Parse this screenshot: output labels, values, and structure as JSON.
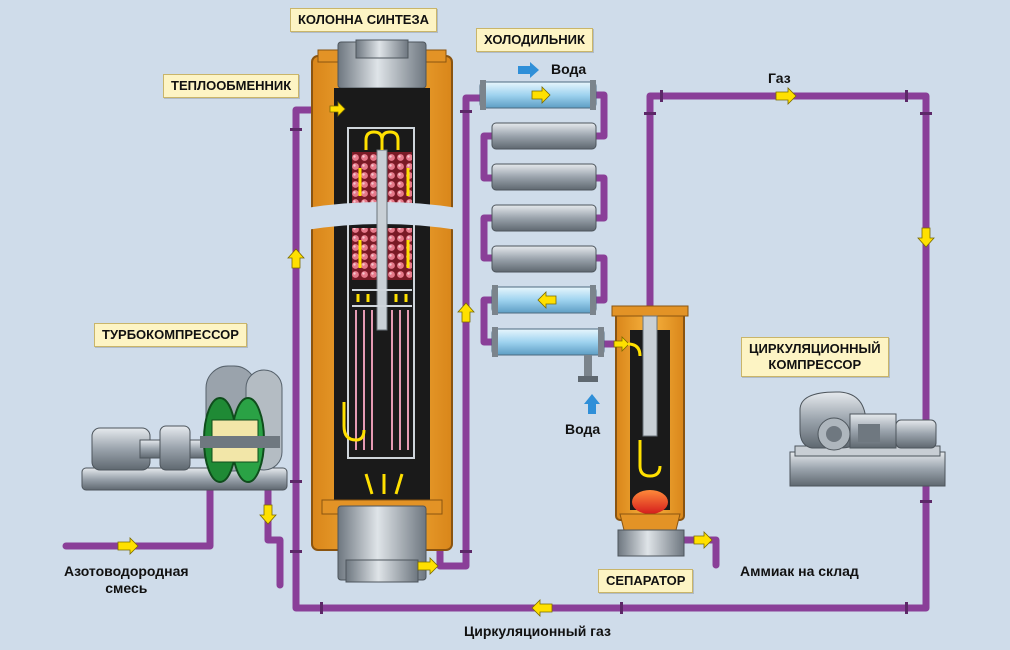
{
  "labels": {
    "synthesis_column": "КОЛОННА СИНТЕЗА",
    "heat_exchanger": "ТЕПЛООБМЕННИК",
    "cooler": "ХОЛОДИЛЬНИК",
    "turbocompressor": "ТУРБОКОМПРЕССОР",
    "circulation_compressor_line1": "ЦИРКУЛЯЦИОННЫЙ",
    "circulation_compressor_line2": "КОМПРЕССОР",
    "separator": "СЕПАРАТОР",
    "water_out": "Вода",
    "water_in": "Вода",
    "gas": "Газ",
    "feed_line1": "Азотоводородная",
    "feed_line2": "смесь",
    "ammonia": "Аммиак на склад",
    "recycle_gas": "Циркуляционный газ"
  },
  "colors": {
    "background": "#cfdcea",
    "pipe": "#8a3f98",
    "column_shell": "#f5a623",
    "column_interior": "#1a1a1a",
    "catalyst": "#c9485b",
    "flow_arrow": "#ffe000",
    "water_arrow": "#2f8fd8",
    "cooler_tube": "#a9b2bb",
    "cooler_water_tube": "#bfe3f6",
    "ammonia_liquid": "#e02c2c",
    "label_bg": "#fdf4c4"
  }
}
